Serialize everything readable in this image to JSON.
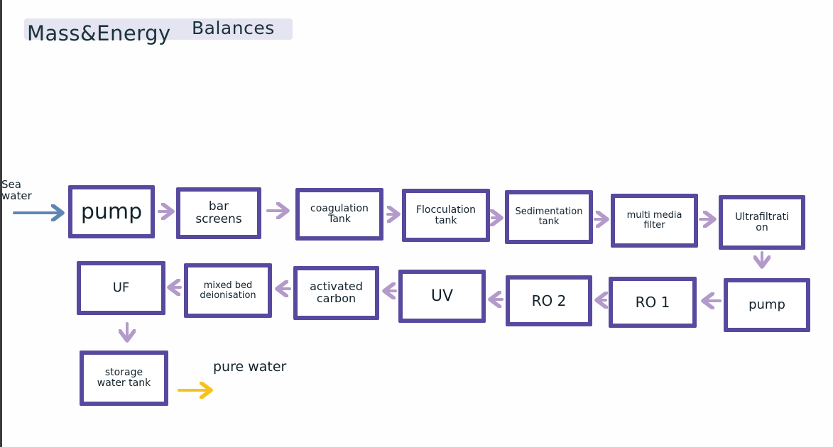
{
  "title": {
    "left": "Mass&Energy",
    "right": "Balances"
  },
  "input_label": "Sea\nwater",
  "output_label": "pure water",
  "steps": {
    "pump1": "pump",
    "bar_screens": "bar\nscreens",
    "coagulation": "coagulation\nTank",
    "flocculation": "Flocculation\ntank",
    "sedimentation": "Sedimentation\ntank",
    "multimedia": "multi media\nfilter",
    "ultrafiltration": "Ultrafiltrati\non",
    "pump2": "pump",
    "ro1": "RO 1",
    "ro2": "RO 2",
    "uv": "UV",
    "activated_carbon": "activated\ncarbon",
    "mixed_bed": "mixed bed\ndeionisation",
    "uf": "UF",
    "storage": "storage\nwater tank"
  },
  "colors": {
    "box_border": "#574a9e",
    "flow_arrow": "#b39acb",
    "input_arrow": "#5d86b3",
    "output_arrow": "#f7c21b",
    "title_bg": "#e5e4f1"
  }
}
